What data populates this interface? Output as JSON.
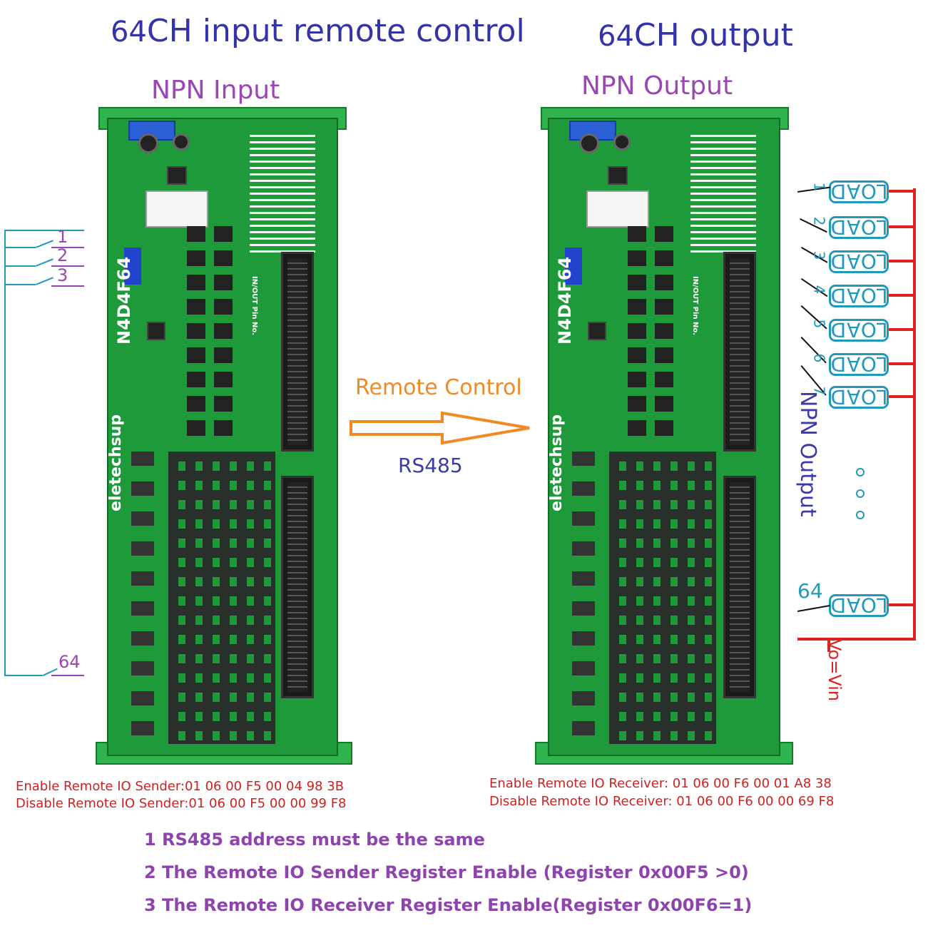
{
  "title": {
    "left_num": "64",
    "left_text": "CH input remote control",
    "right_num": "64",
    "right_text": "CH output"
  },
  "input_board": {
    "label": "NPN Input",
    "model": "N4D4F64",
    "brand": "eletechsup",
    "pin_label": "IN/OUT Pin No."
  },
  "output_board": {
    "label": "NPN Output",
    "model": "N4D4F64",
    "brand": "eletechsup",
    "pin_label": "IN/OUT Pin No."
  },
  "middle": {
    "remote_label": "Remote Control",
    "bus_label": "RS485",
    "arrow_color": "#f08a24"
  },
  "input_channels": [
    "1",
    "2",
    "3",
    "64"
  ],
  "output_loads": {
    "load_text": "LOAD",
    "numbers": [
      "1",
      "2",
      "3",
      "4",
      "5",
      "6",
      "7",
      "64"
    ],
    "side_label": "NPN Output",
    "supply_label": "Vo=Vin",
    "ellipsis": "o o o"
  },
  "commands": {
    "sender_enable": "Enable  Remote IO Sender:01 06 00 F5 00 04 98 3B",
    "sender_disable": "Disable Remote IO Sender:01 06 00 F5 00 00 99 F8",
    "receiver_enable": "Enable Remote IO Receiver: 01 06 00 F6 00 01 A8 38",
    "receiver_disable": "Disable Remote IO Receiver: 01 06 00 F6 00 00 69 F8"
  },
  "notes": [
    "1 RS485 address must be the same",
    "2 The Remote IO Sender Register Enable  (Register 0x00F5 >0)",
    "3 The Remote IO Receiver Register Enable(Register 0x00F6=1)"
  ],
  "colors": {
    "title": "#3333aa",
    "label": "#9b46b5",
    "wire": "#2299bb",
    "supply": "#dd2222",
    "note": "#8e44ad",
    "board": "#1f9a3a"
  }
}
